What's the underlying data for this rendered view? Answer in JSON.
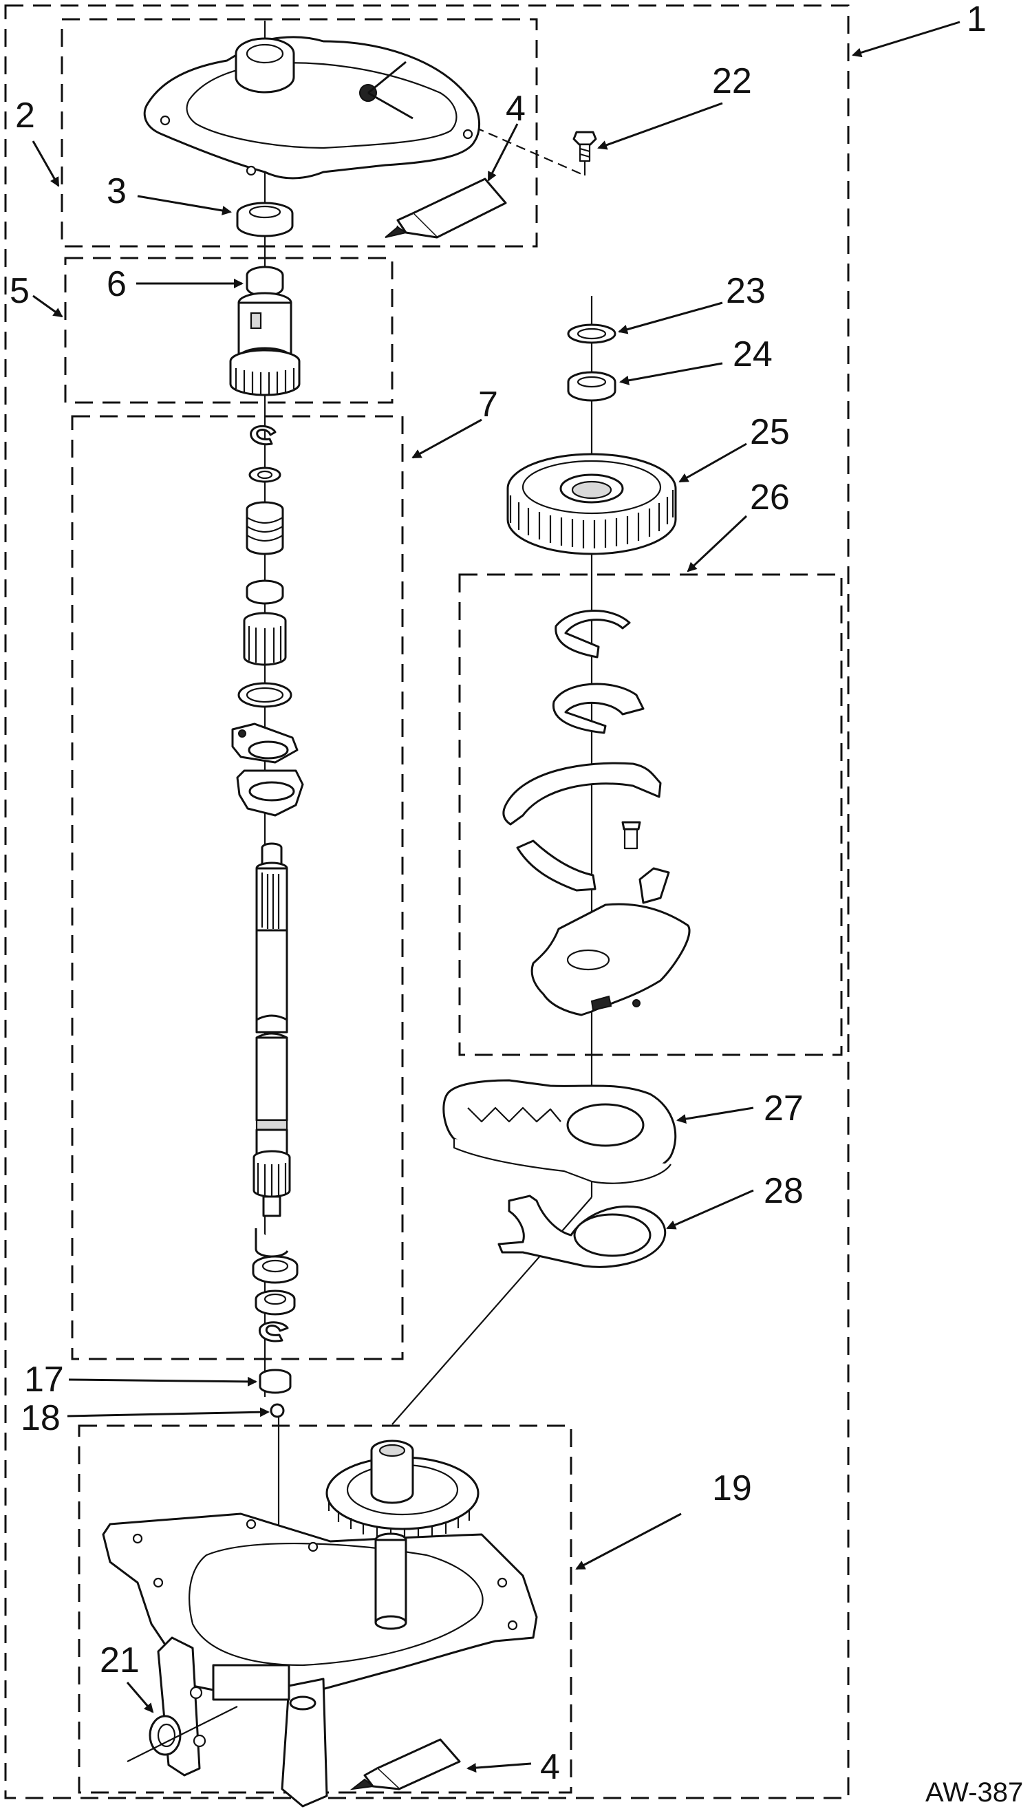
{
  "diagram": {
    "reference_code": "AW-387",
    "callouts": {
      "c1": "1",
      "c2": "2",
      "c3": "3",
      "c4_top": "4",
      "c4_bottom": "4",
      "c5": "5",
      "c6": "6",
      "c7": "7",
      "c17": "17",
      "c18": "18",
      "c19": "19",
      "c21": "21",
      "c22": "22",
      "c23": "23",
      "c24": "24",
      "c25": "25",
      "c26": "26",
      "c27": "27",
      "c28": "28"
    }
  }
}
